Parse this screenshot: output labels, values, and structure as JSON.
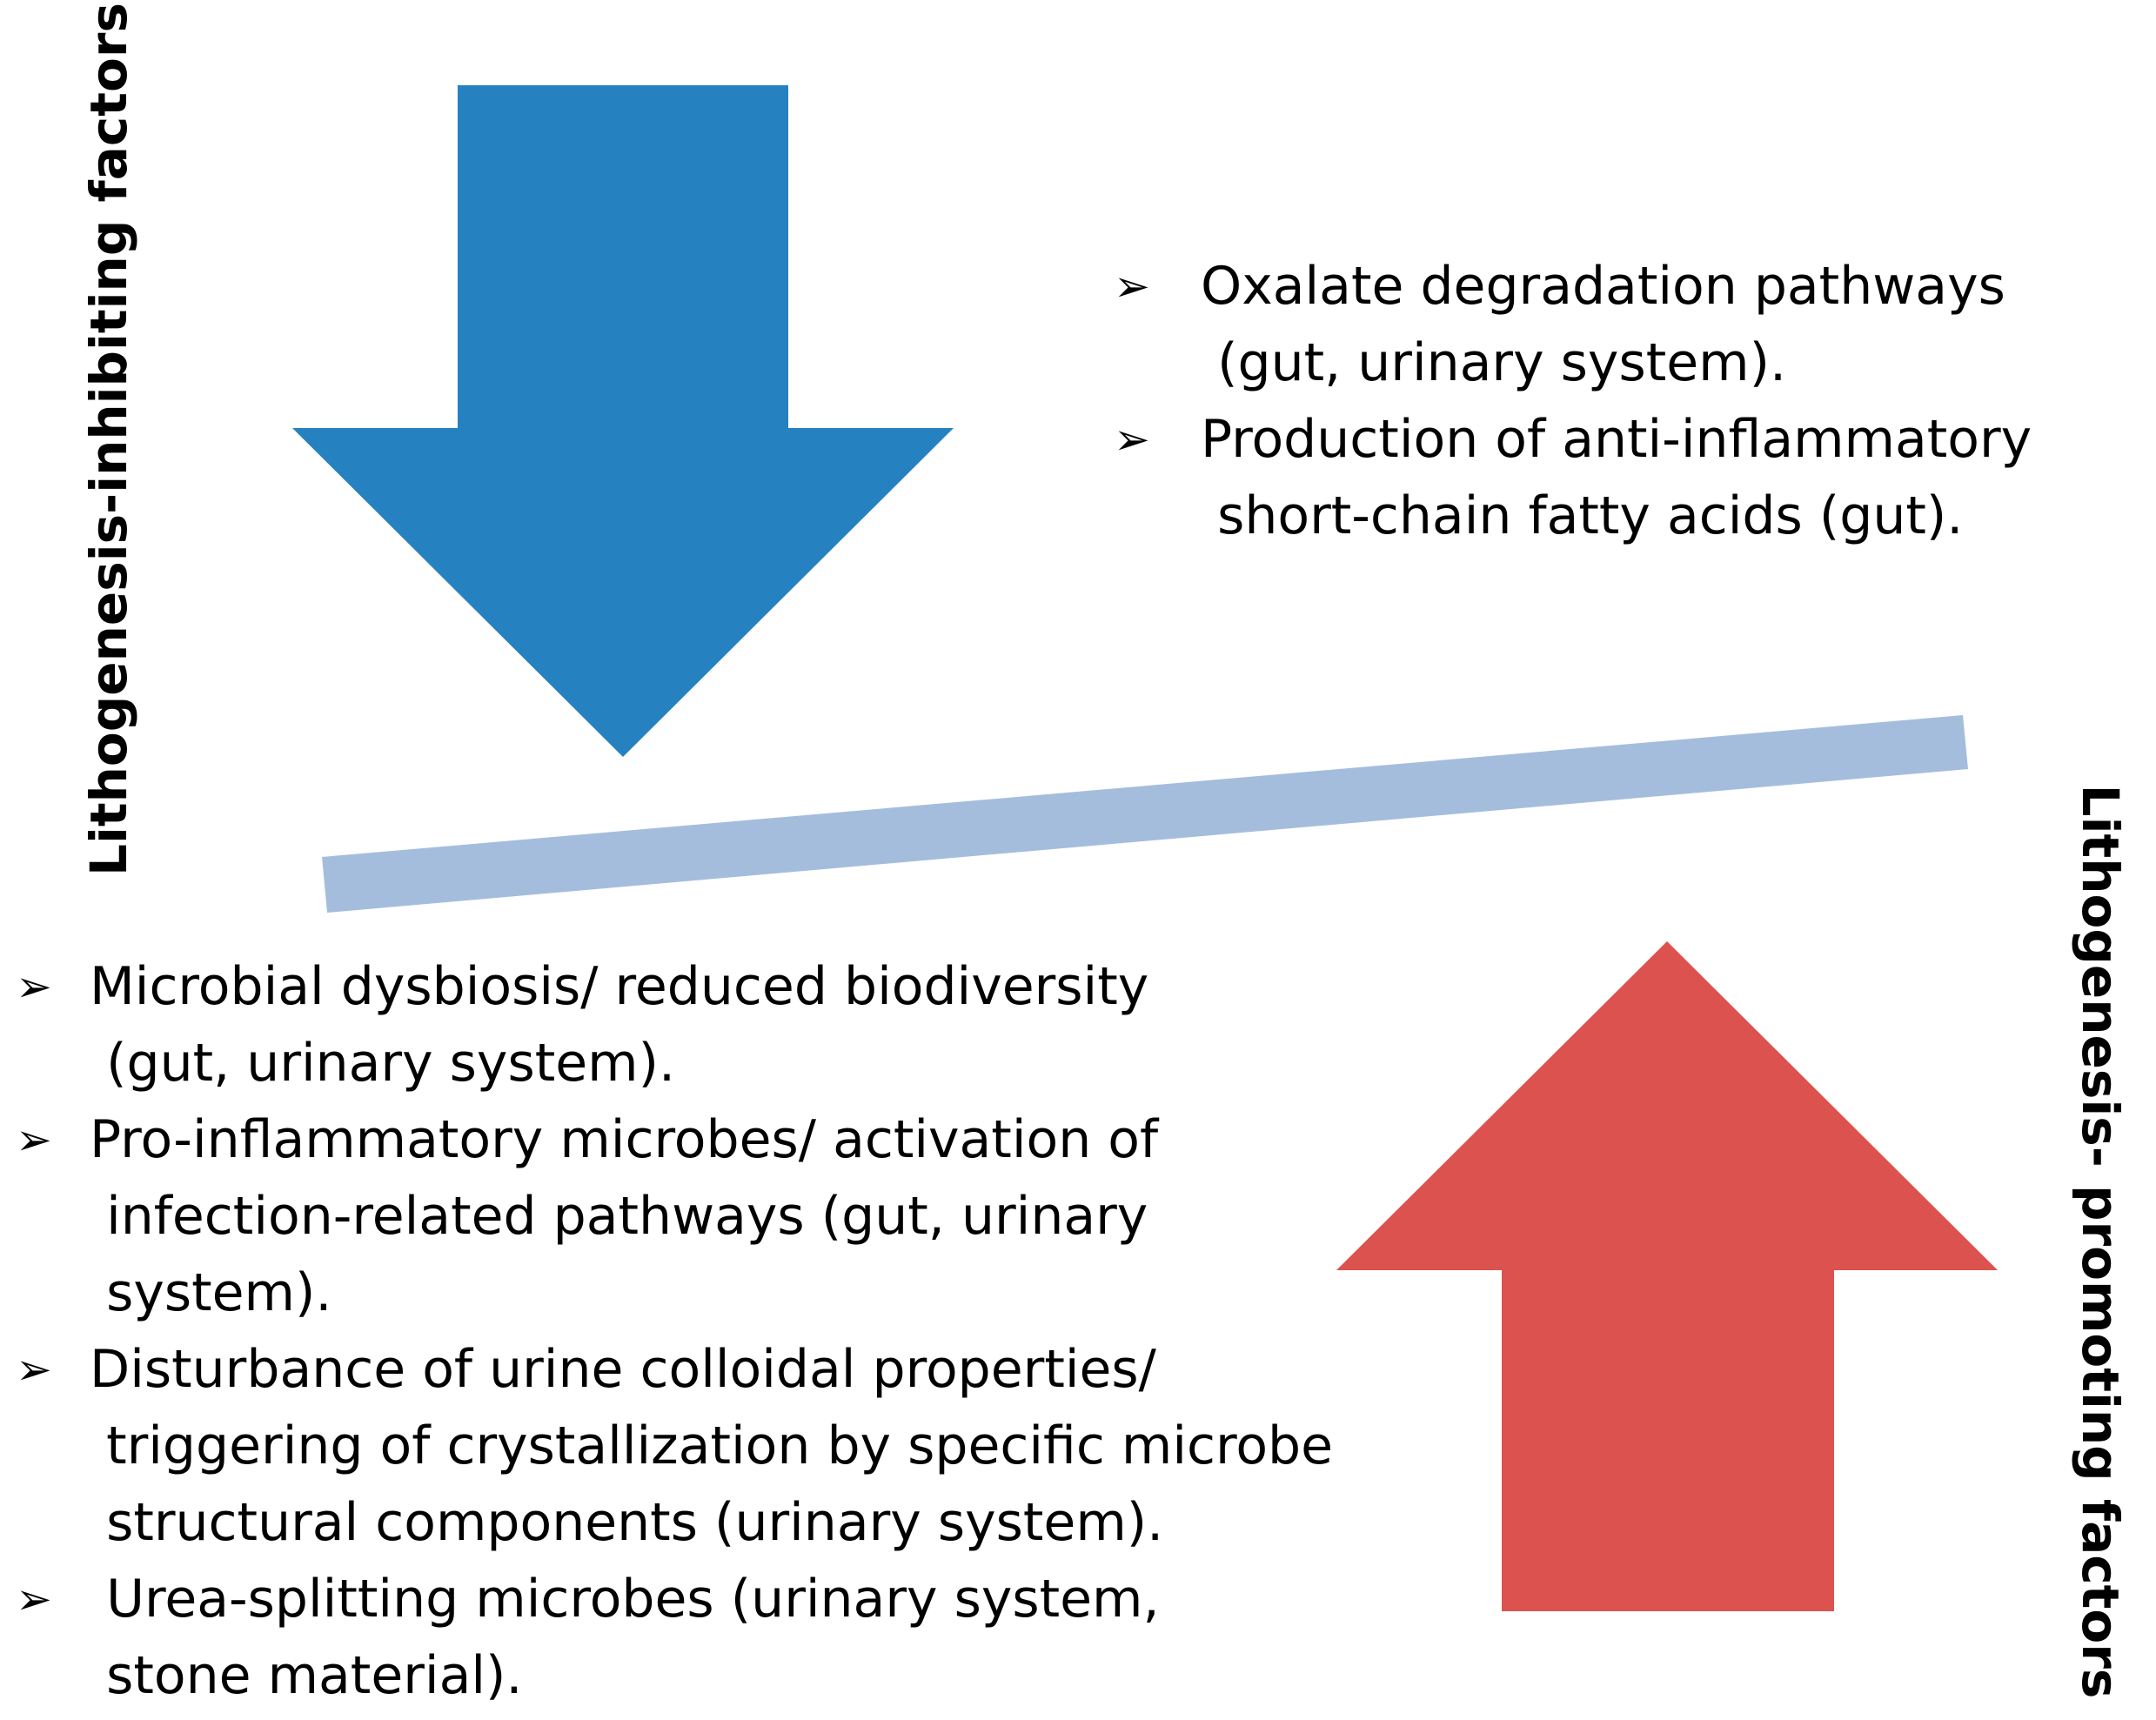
{
  "labels": {
    "inhibiting": "Lithogenesis-inhibiting factors",
    "promoting": "Lithogenesis- promoting factors"
  },
  "bullet_marker": "➢",
  "inhibiting_items": [
    {
      "line1": "Oxalate degradation pathways",
      "line2": " (gut, urinary system)."
    },
    {
      "line1": "Production of anti-inflammatory",
      "line2": " short-chain fatty acids (gut)."
    }
  ],
  "promoting_items": [
    {
      "lines": [
        "Microbial dysbiosis/ reduced biodiversity",
        " (gut, urinary system)."
      ]
    },
    {
      "lines": [
        "Pro-inflammatory microbes/ activation of",
        " infection-related pathways (gut, urinary",
        " system)."
      ]
    },
    {
      "lines": [
        "Disturbance of urine colloidal properties/",
        " triggering of crystallization by specific microbe",
        " structural components (urinary system)."
      ]
    },
    {
      "lines": [
        " Urea-splitting microbes (urinary system,",
        " stone material)."
      ]
    }
  ],
  "colors": {
    "down_arrow": "#2681c1",
    "up_arrow": "#dc524f",
    "balance_bar": "#a5bddd",
    "text": "#000000"
  },
  "icons": {
    "down_arrow": "arrow-down-icon",
    "up_arrow": "arrow-up-icon",
    "bullet": "arrowhead-bullet-icon"
  }
}
